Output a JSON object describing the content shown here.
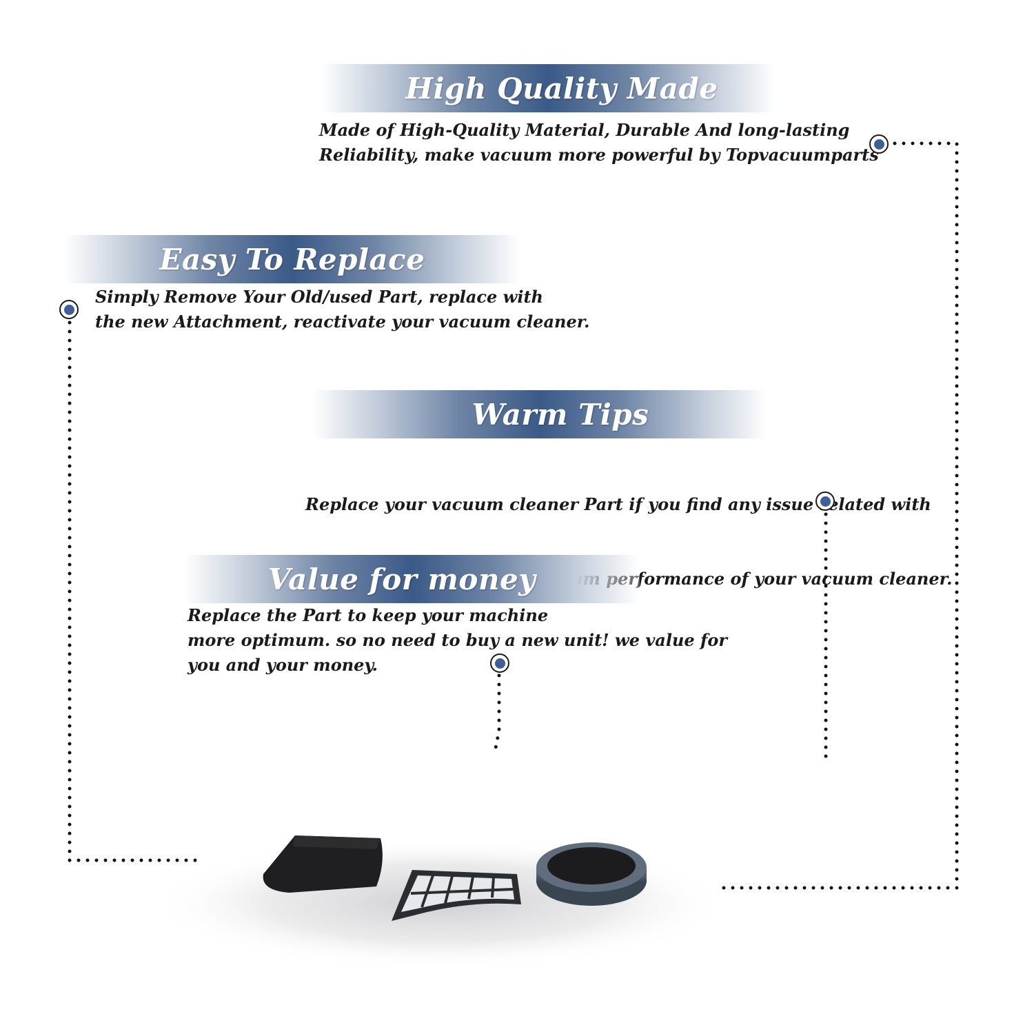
{
  "sections": [
    {
      "title": "High Quality Made",
      "lines": [
        "Made of  High-Quality Material, Durable And long-lasting",
        "Reliability, make vacuum more powerful by Topvacuumparts"
      ]
    },
    {
      "title": "Easy To Replace",
      "lines": [
        "Simply Remove Your Old/used Part, replace with",
        "the new Attachment, reactivate your vacuum cleaner."
      ]
    },
    {
      "title": "Warm Tips",
      "lines": [
        "Replace your vacuum cleaner Part if you find any issue related with",
        " attachment to ensure optimum performance of your vacuum cleaner."
      ]
    },
    {
      "title": "Value for money",
      "lines": [
        "Replace the Part to keep your machine",
        "more optimum. so no need to buy a new unit! we value for",
        "you and your money."
      ]
    }
  ],
  "colors": {
    "banner_mid": "#3b5a88",
    "marker_dot": "#3f5f96",
    "text": "#1a1a1a"
  },
  "products": {
    "items": [
      "foam-filter",
      "hepa-filter",
      "round-foam-filter"
    ]
  }
}
